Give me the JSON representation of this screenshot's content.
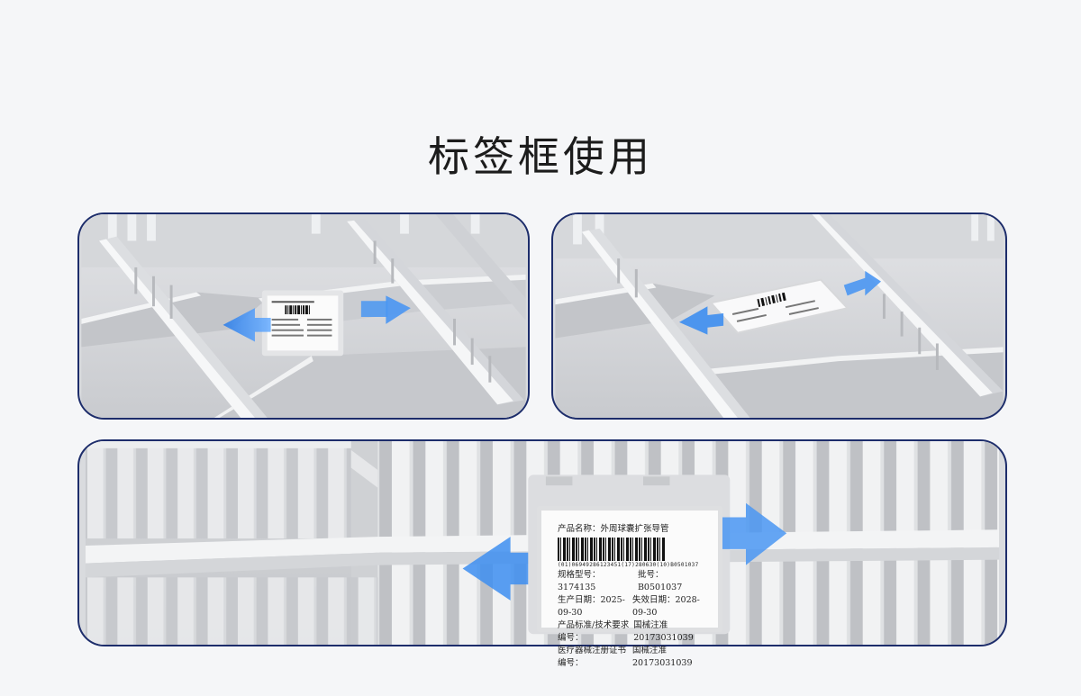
{
  "title": "标签框使用",
  "label": {
    "product_name": "产品名称：外周球囊扩张导管",
    "barcode_number": "(01)06949286123451(17)280630(10)B0501037",
    "lot": "批号：B0501037",
    "model": "规格型号：3174135",
    "mfg_date": "生产日期：2025-09-30",
    "expiry": "失效日期：2028-09-30",
    "standard": "产品标准/技术要求编号：",
    "standard_value": "国械注准20173031039",
    "reg_cert": "医疗器械注册证书编号：",
    "reg_value": "国械注准20173031039"
  },
  "colors": {
    "panel_border": "#1d2d6b",
    "arrow": "#3d8ef0",
    "background": "#f5f6f8"
  }
}
